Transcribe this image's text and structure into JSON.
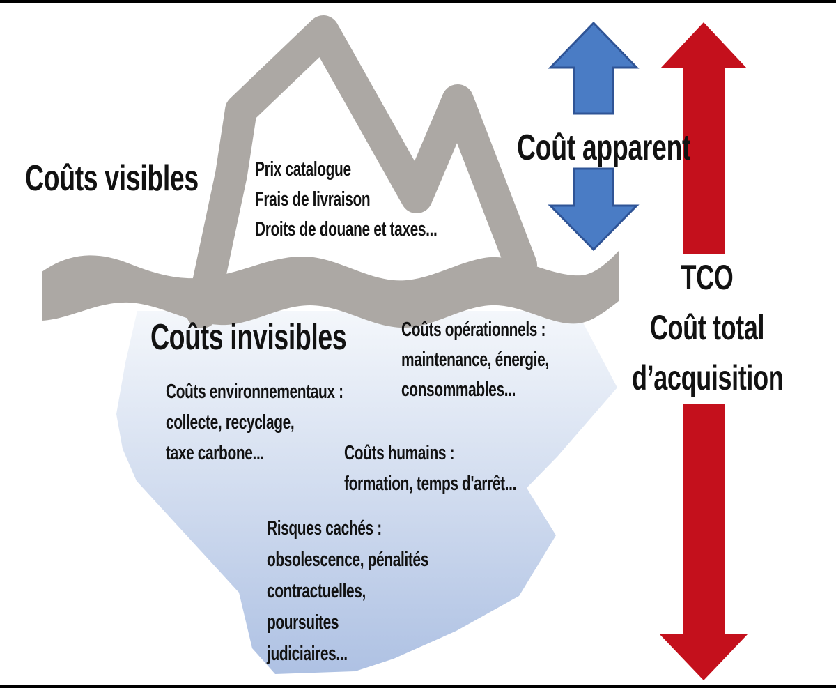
{
  "title": "Iceberg des coûts — TCO",
  "colors": {
    "iceberg_gray": "#ACA8A4",
    "berg_top": "#F4F7FB",
    "berg_bottom": "#AEC1E3",
    "blue_arrow": "#4A7CC5",
    "blue_arrow_border": "#2F5496",
    "red_arrow": "#C4101C",
    "text": "#121212",
    "frame_border": "#000000",
    "background": "#FFFFFF"
  },
  "labels": {
    "visible_costs_title": "Coûts visibles",
    "visible_costs": {
      "lines": [
        "Prix catalogue",
        "Frais de livraison",
        "Droits de douane et taxes..."
      ]
    },
    "apparent_cost": "Coût apparent",
    "tco": {
      "lines": [
        "TCO",
        "Coût total",
        "d’acquisition"
      ]
    },
    "invisible_costs_title": "Coûts invisibles",
    "operational_costs": {
      "lines": [
        "Coûts opérationnels :",
        "maintenance, énergie,",
        "consommables..."
      ]
    },
    "environmental_costs": {
      "lines": [
        "Coûts environnementaux :",
        "collecte, recyclage,",
        "taxe carbone..."
      ]
    },
    "human_costs": {
      "lines": [
        "Coûts humains :",
        "formation, temps d'arrêt..."
      ]
    },
    "hidden_risks": {
      "lines": [
        "Risques cachés :",
        "obsolescence, pénalités",
        "contractuelles,",
        "poursuites",
        "judiciaires..."
      ]
    }
  }
}
